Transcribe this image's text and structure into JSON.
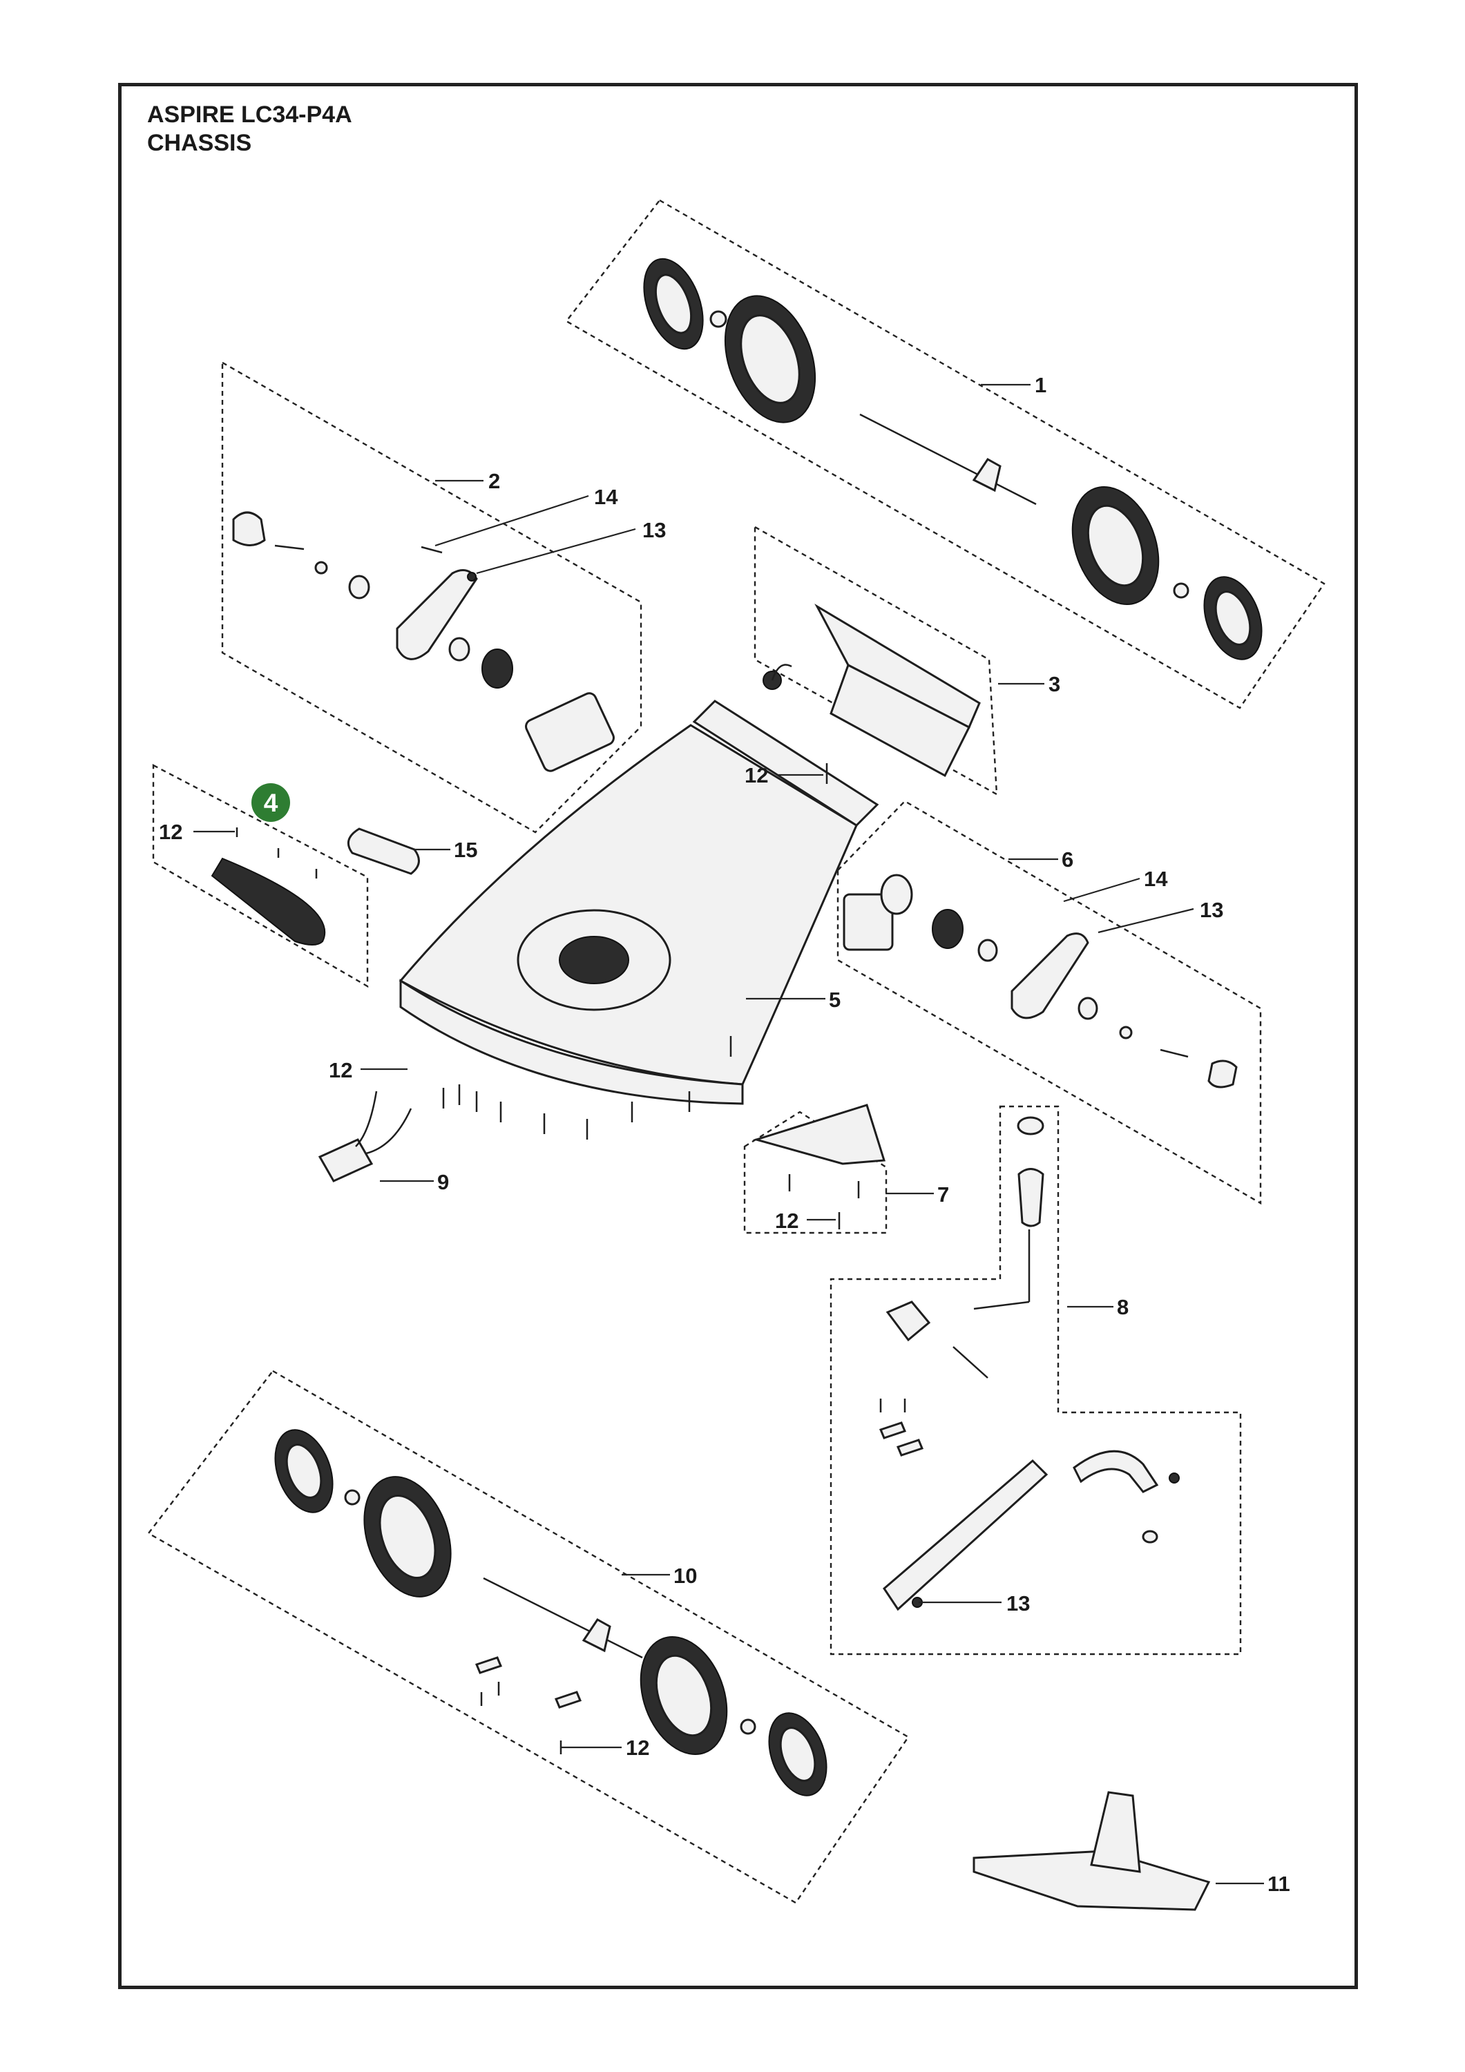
{
  "header": {
    "model": "ASPIRE LC34-P4A",
    "section": "CHASSIS"
  },
  "highlight": {
    "label": "4",
    "color": "#2e7d32"
  },
  "callouts": {
    "c1": "1",
    "c2": "2",
    "c3": "3",
    "c5": "5",
    "c6": "6",
    "c7": "7",
    "c8": "8",
    "c9": "9",
    "c10": "10",
    "c11": "11",
    "c12a": "12",
    "c12b": "12",
    "c12c": "12",
    "c12d": "12",
    "c12e": "12",
    "c13a": "13",
    "c13b": "13",
    "c13c": "13",
    "c14a": "14",
    "c14b": "14",
    "c15": "15"
  }
}
